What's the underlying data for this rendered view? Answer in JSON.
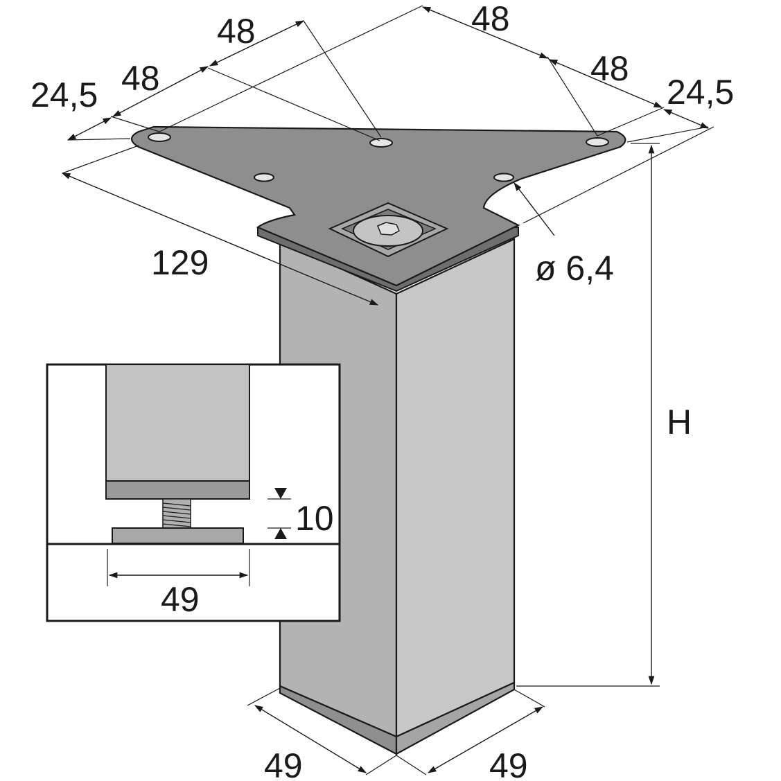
{
  "drawing": {
    "top_dims": {
      "edge_left": "24,5",
      "left_1": "48",
      "left_2": "48",
      "right_1": "48",
      "right_2": "48",
      "edge_right": "24,5"
    },
    "plate_length": "129",
    "hole_diameter": "ø 6,4",
    "height": "H",
    "base_width_left": "49",
    "base_width_right": "49",
    "detail": {
      "adjust_height": "10",
      "foot_width": "49"
    }
  },
  "colors": {
    "plate": "#8c8c8c",
    "leg_front": "#b3b3b3",
    "leg_side": "#c6c6c6",
    "foot": "#9c9c9c",
    "line": "#1a1a1a"
  }
}
